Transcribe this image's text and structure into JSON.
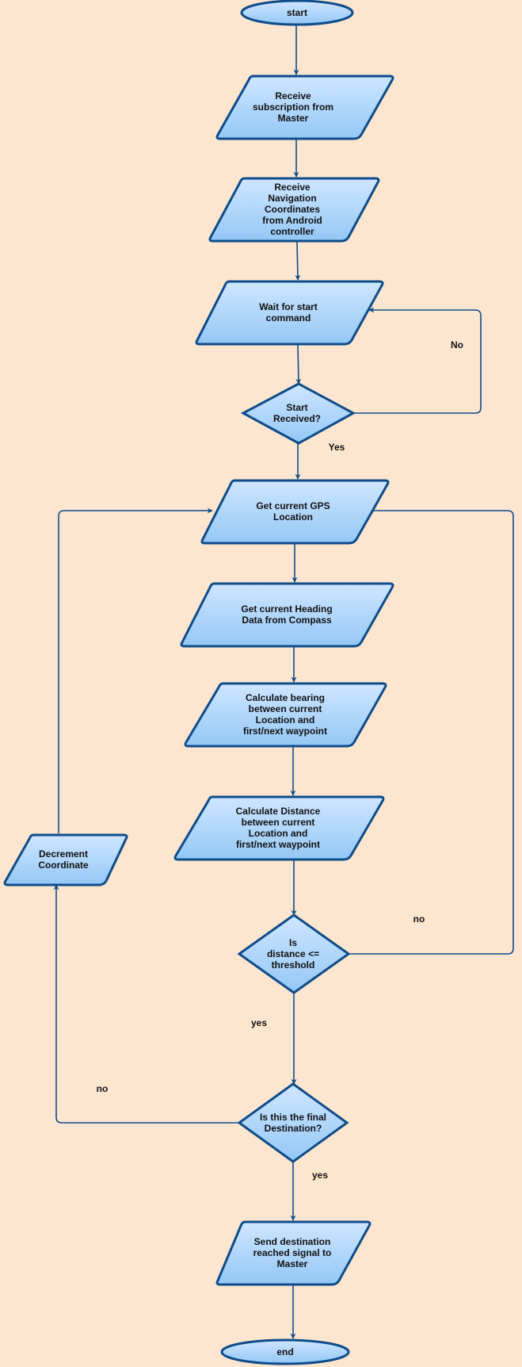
{
  "colors": {
    "background": "#fde6d0",
    "stroke": "#0e4c8a",
    "fill_top": "#cfe6ff",
    "fill_bottom": "#94c8f6",
    "text": "#111111"
  },
  "nodes": {
    "start": {
      "lines": [
        "start"
      ]
    },
    "recv_sub": {
      "lines": [
        "Receive",
        "subscription from",
        "Master"
      ]
    },
    "recv_nav": {
      "lines": [
        "Receive",
        "Navigation",
        "Coordinates",
        "from Android",
        "controller"
      ]
    },
    "wait": {
      "lines": [
        "Wait for start",
        "command"
      ]
    },
    "start_q": {
      "lines": [
        "Start",
        "Received?"
      ]
    },
    "gps": {
      "lines": [
        "Get current GPS",
        "Location"
      ]
    },
    "heading": {
      "lines": [
        "Get current Heading",
        "Data from Compass"
      ]
    },
    "bearing": {
      "lines": [
        "Calculate bearing",
        "between current",
        "Location and",
        "first/next waypoint"
      ]
    },
    "distance": {
      "lines": [
        "Calculate Distance",
        "between current",
        "Location and",
        "first/next waypoint"
      ]
    },
    "dist_q": {
      "lines": [
        "Is",
        "distance <=",
        "threshold"
      ]
    },
    "final_q": {
      "lines": [
        "Is this the final",
        "Destination?"
      ]
    },
    "decrement": {
      "lines": [
        "Decrement",
        "Coordinate"
      ]
    },
    "send": {
      "lines": [
        "Send destination",
        "reached signal to",
        "Master"
      ]
    },
    "end": {
      "lines": [
        "end"
      ]
    }
  },
  "edge_labels": {
    "start_no": "No",
    "start_yes": "Yes",
    "dist_no": "no",
    "dist_yes": "yes",
    "final_no": "no",
    "final_yes": "yes"
  }
}
